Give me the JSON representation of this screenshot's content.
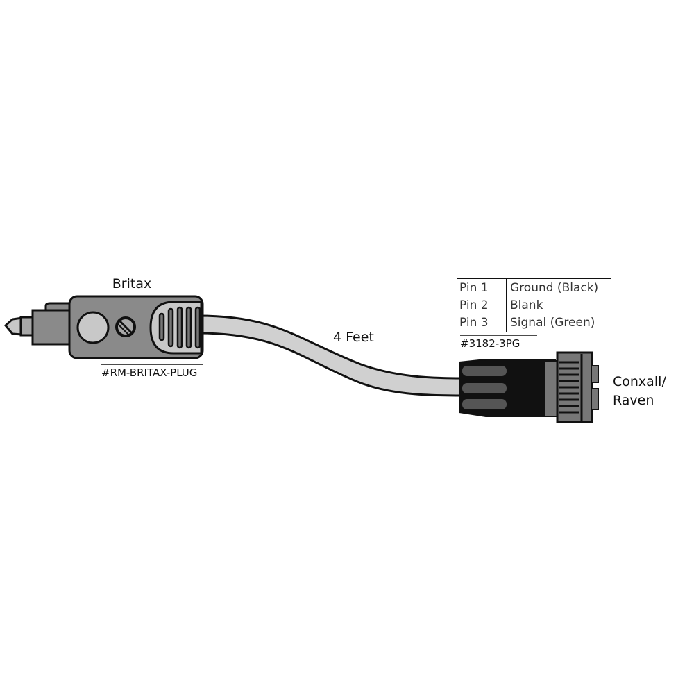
{
  "diagram": {
    "left_connector": {
      "label": "Britax",
      "part_number": "#RM-BRITAX-PLUG"
    },
    "cable": {
      "length_label": "4 Feet"
    },
    "right_connector": {
      "label_line1": "Conxall/",
      "label_line2": "Raven",
      "part_number": "#3182-3PG"
    },
    "pinout": [
      {
        "pin": "Pin 1",
        "function": "Ground (Black)"
      },
      {
        "pin": "Pin 2",
        "function": "Blank"
      },
      {
        "pin": "Pin 3",
        "function": "Signal (Green)"
      }
    ]
  },
  "colors": {
    "plug_gray": "#8a8a8a",
    "light_gray": "#cfcfcf",
    "outline": "#111111"
  }
}
